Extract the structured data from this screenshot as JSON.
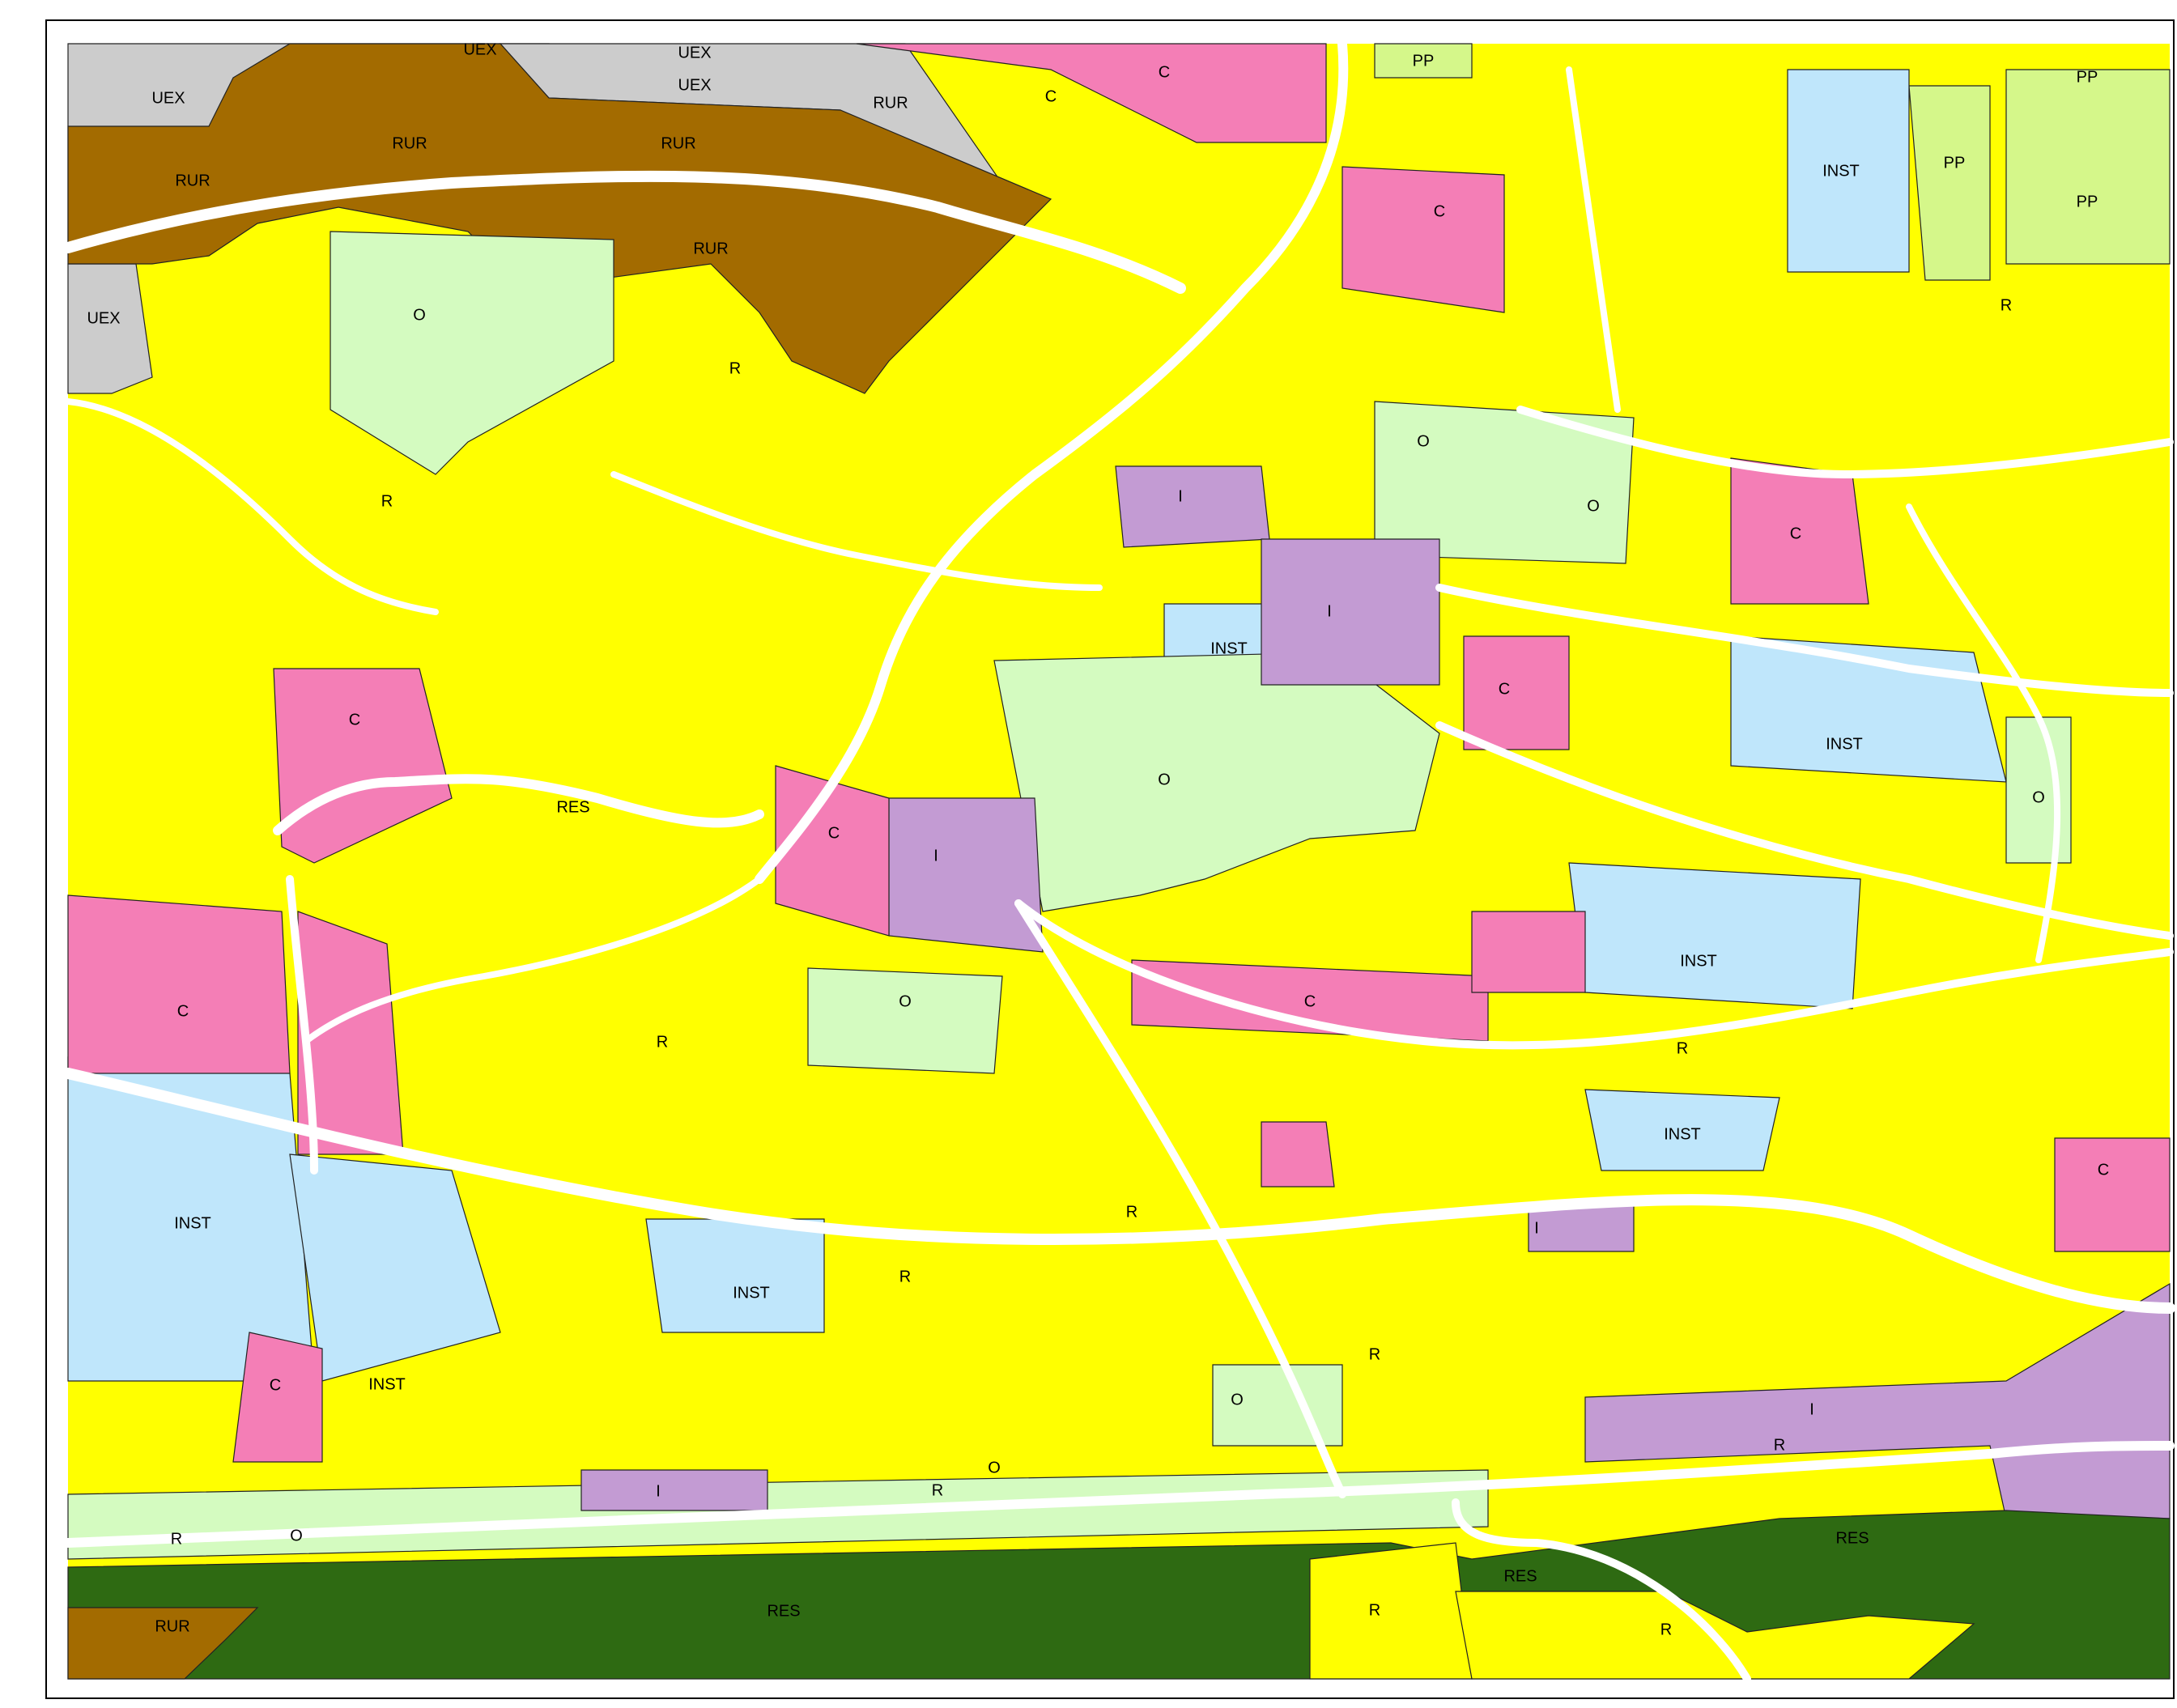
{
  "map": {
    "zone_colors": {
      "R": "#ffff00",
      "C": "#f47eb6",
      "O": "#d4fbc0",
      "I": "#c39bd3",
      "INST": "#bfe6fb",
      "RUR": "#a36b00",
      "UEX": "#cccccc",
      "RES": "#2e6a12",
      "PP": "#d5f78a"
    },
    "zone_codes": [
      "R",
      "C",
      "O",
      "I",
      "INST",
      "RUR",
      "UEX",
      "RES",
      "PP"
    ],
    "road_color": "#ffffff",
    "border_color": "#000000"
  }
}
